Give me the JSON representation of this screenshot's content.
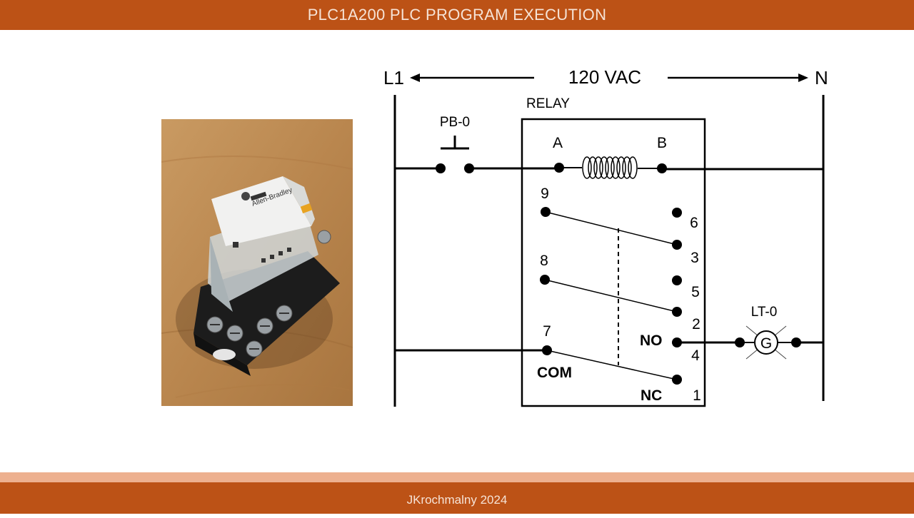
{
  "header": {
    "title": "PLC1A200 PLC PROGRAM EXECUTION"
  },
  "footer": {
    "credit": "JKrochmalny 2024"
  },
  "photo": {
    "brand": "Allen-Bradley"
  },
  "diagram": {
    "line_left": "L1",
    "line_right": "N",
    "voltage": "120 VAC",
    "pushbutton": "PB-0",
    "relay_label": "RELAY",
    "coil_a": "A",
    "coil_b": "B",
    "lamp_label": "LT-0",
    "lamp_letter": "G",
    "terminals": {
      "t1": "1",
      "t2": "2",
      "t3": "3",
      "t4": "4",
      "t5": "5",
      "t6": "6",
      "t7": "7",
      "t8": "8",
      "t9": "9"
    },
    "no_label": "NO",
    "nc_label": "NC",
    "com_label": "COM"
  },
  "colors": {
    "accent": "#BC5216",
    "band": "#EDB08F"
  }
}
